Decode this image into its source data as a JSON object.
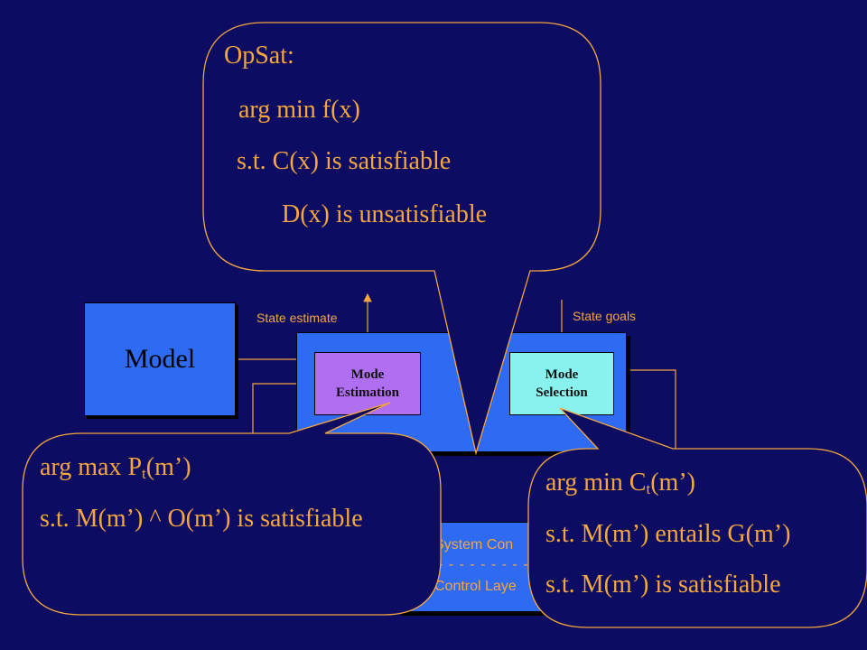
{
  "colors": {
    "background": "#0c0c62",
    "bubble_fill": "#0c0c62",
    "bubble_stroke": "#f5a63c",
    "text_orange": "#f5a63c",
    "block_blue": "#2f6af2",
    "mode_estimation_fill": "#b06ef0",
    "mode_selection_fill": "#8af2ee"
  },
  "labels": {
    "state_estimate": "State estimate",
    "state_goals": "State goals"
  },
  "model": {
    "label": "Model"
  },
  "mode_estimation": {
    "line1": "Mode",
    "line2": "Estimation"
  },
  "mode_selection": {
    "line1": "Mode",
    "line2": "Selection"
  },
  "system_control": {
    "line1": "System Con",
    "dashes": "- - - - - - - - - - - - - -",
    "line2": "Control Laye"
  },
  "opsat": {
    "title": "OpSat:",
    "line1": "arg min f(x)",
    "line2": "s.t. C(x) is satisfiable",
    "line3": "D(x) is unsatisfiable"
  },
  "estimation_callout": {
    "line1_prefix": "arg max P",
    "line1_sub": "t",
    "line1_suffix": "(m’)",
    "line2": "s.t. M(m’) ^ O(m’) is satisfiable"
  },
  "selection_callout": {
    "line1_prefix": "arg min C",
    "line1_sub": "t",
    "line1_suffix": "(m’)",
    "line2": "s.t. M(m’) entails G(m’)",
    "line3": "s.t. M(m’) is satisfiable"
  }
}
